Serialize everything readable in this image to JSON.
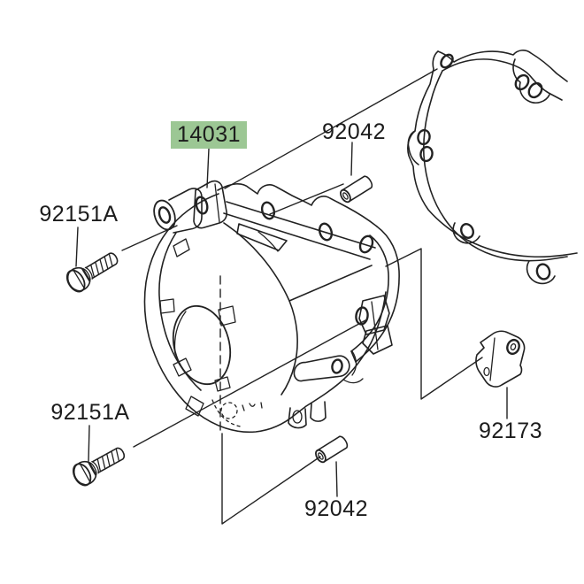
{
  "diagram": {
    "kind": "motorcycle-parts-exploded-diagram",
    "subject": "generator-cover-assembly",
    "colors": {
      "highlight": "#9CC794",
      "line": "#222222",
      "background": "#ffffff",
      "text": "#1c1c1c"
    },
    "highlighted_part": "14031",
    "labels": {
      "part_14031": {
        "text": "14031",
        "highlighted": true
      },
      "part_92042_top": {
        "text": "92042",
        "highlighted": false
      },
      "part_92151a_top": {
        "text": "92151A",
        "highlighted": false
      },
      "part_92151a_bottom": {
        "text": "92151A",
        "highlighted": false
      },
      "part_92042_bottom": {
        "text": "92042",
        "highlighted": false
      },
      "part_92173": {
        "text": "92173",
        "highlighted": false
      }
    },
    "parts": [
      {
        "name": "generator-cover",
        "part_number": "14031",
        "highlighted": true
      },
      {
        "name": "dowel-pin-top",
        "part_number": "92042",
        "highlighted": false
      },
      {
        "name": "dowel-pin-bottom",
        "part_number": "92042",
        "highlighted": false
      },
      {
        "name": "flanged-bolt-top",
        "part_number": "92151A",
        "highlighted": false
      },
      {
        "name": "flanged-bolt-bottom",
        "part_number": "92151A",
        "highlighted": false
      },
      {
        "name": "bracket",
        "part_number": "92173",
        "highlighted": false
      },
      {
        "name": "cover-gasket",
        "part_number": "",
        "highlighted": false
      }
    ]
  }
}
